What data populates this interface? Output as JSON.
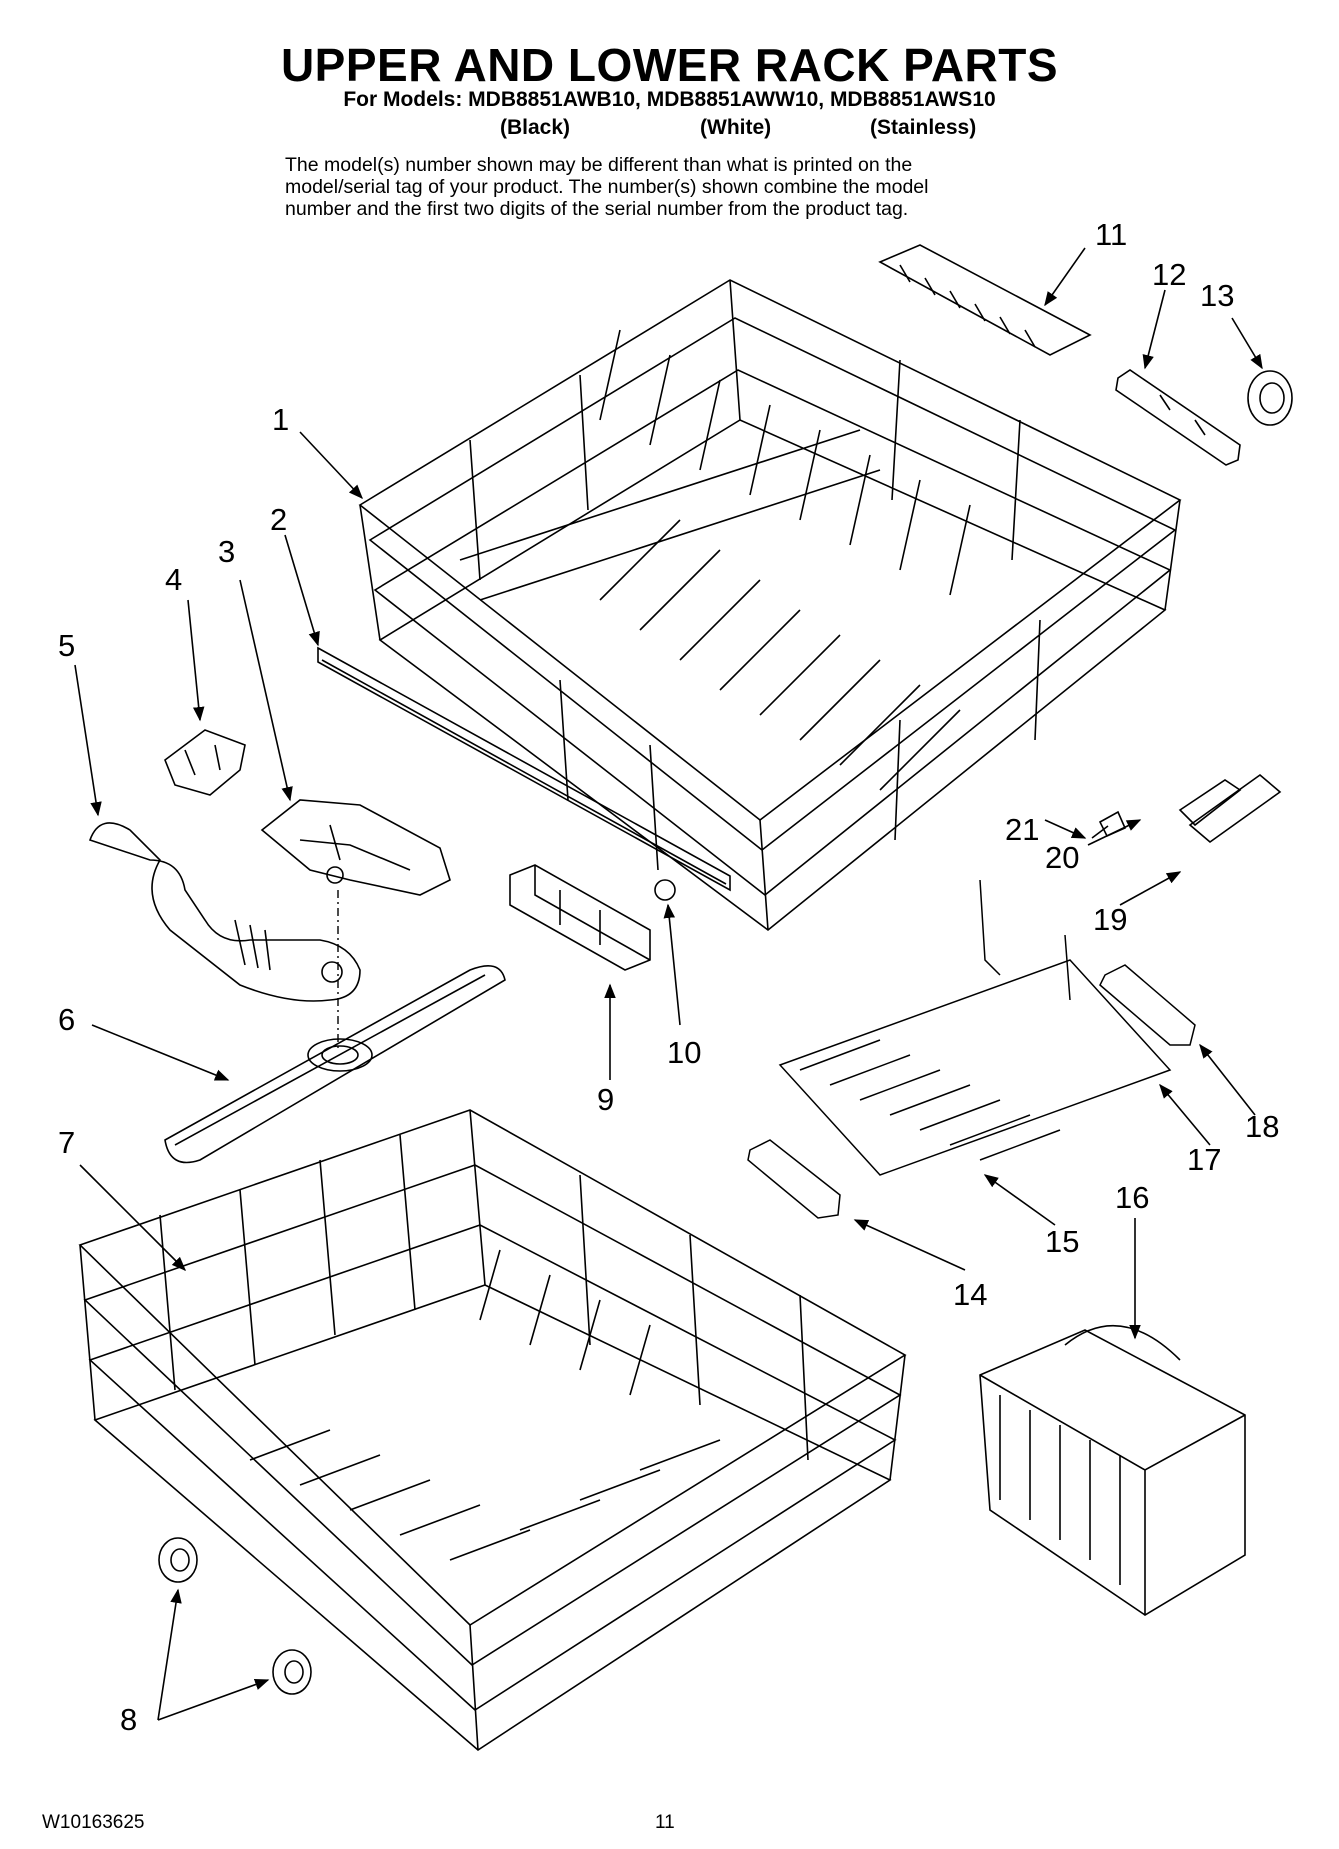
{
  "header": {
    "title": "UPPER AND LOWER RACK PARTS",
    "models": "For Models: MDB8851AWB10, MDB8851AWW10, MDB8851AWS10",
    "colors": [
      "(Black)",
      "(White)",
      "(Stainless)"
    ],
    "note_lines": [
      "The model(s) number shown may be different than what is printed on the",
      "model/serial tag of your product. The number(s) shown combine the model",
      "number and the first two digits of the serial number from the product tag."
    ]
  },
  "callouts": [
    "1",
    "2",
    "3",
    "4",
    "5",
    "6",
    "7",
    "8",
    "9",
    "10",
    "11",
    "12",
    "13",
    "14",
    "15",
    "16",
    "17",
    "18",
    "19",
    "20",
    "21"
  ],
  "footer": {
    "part_number": "W10163625",
    "page_number": "11"
  }
}
